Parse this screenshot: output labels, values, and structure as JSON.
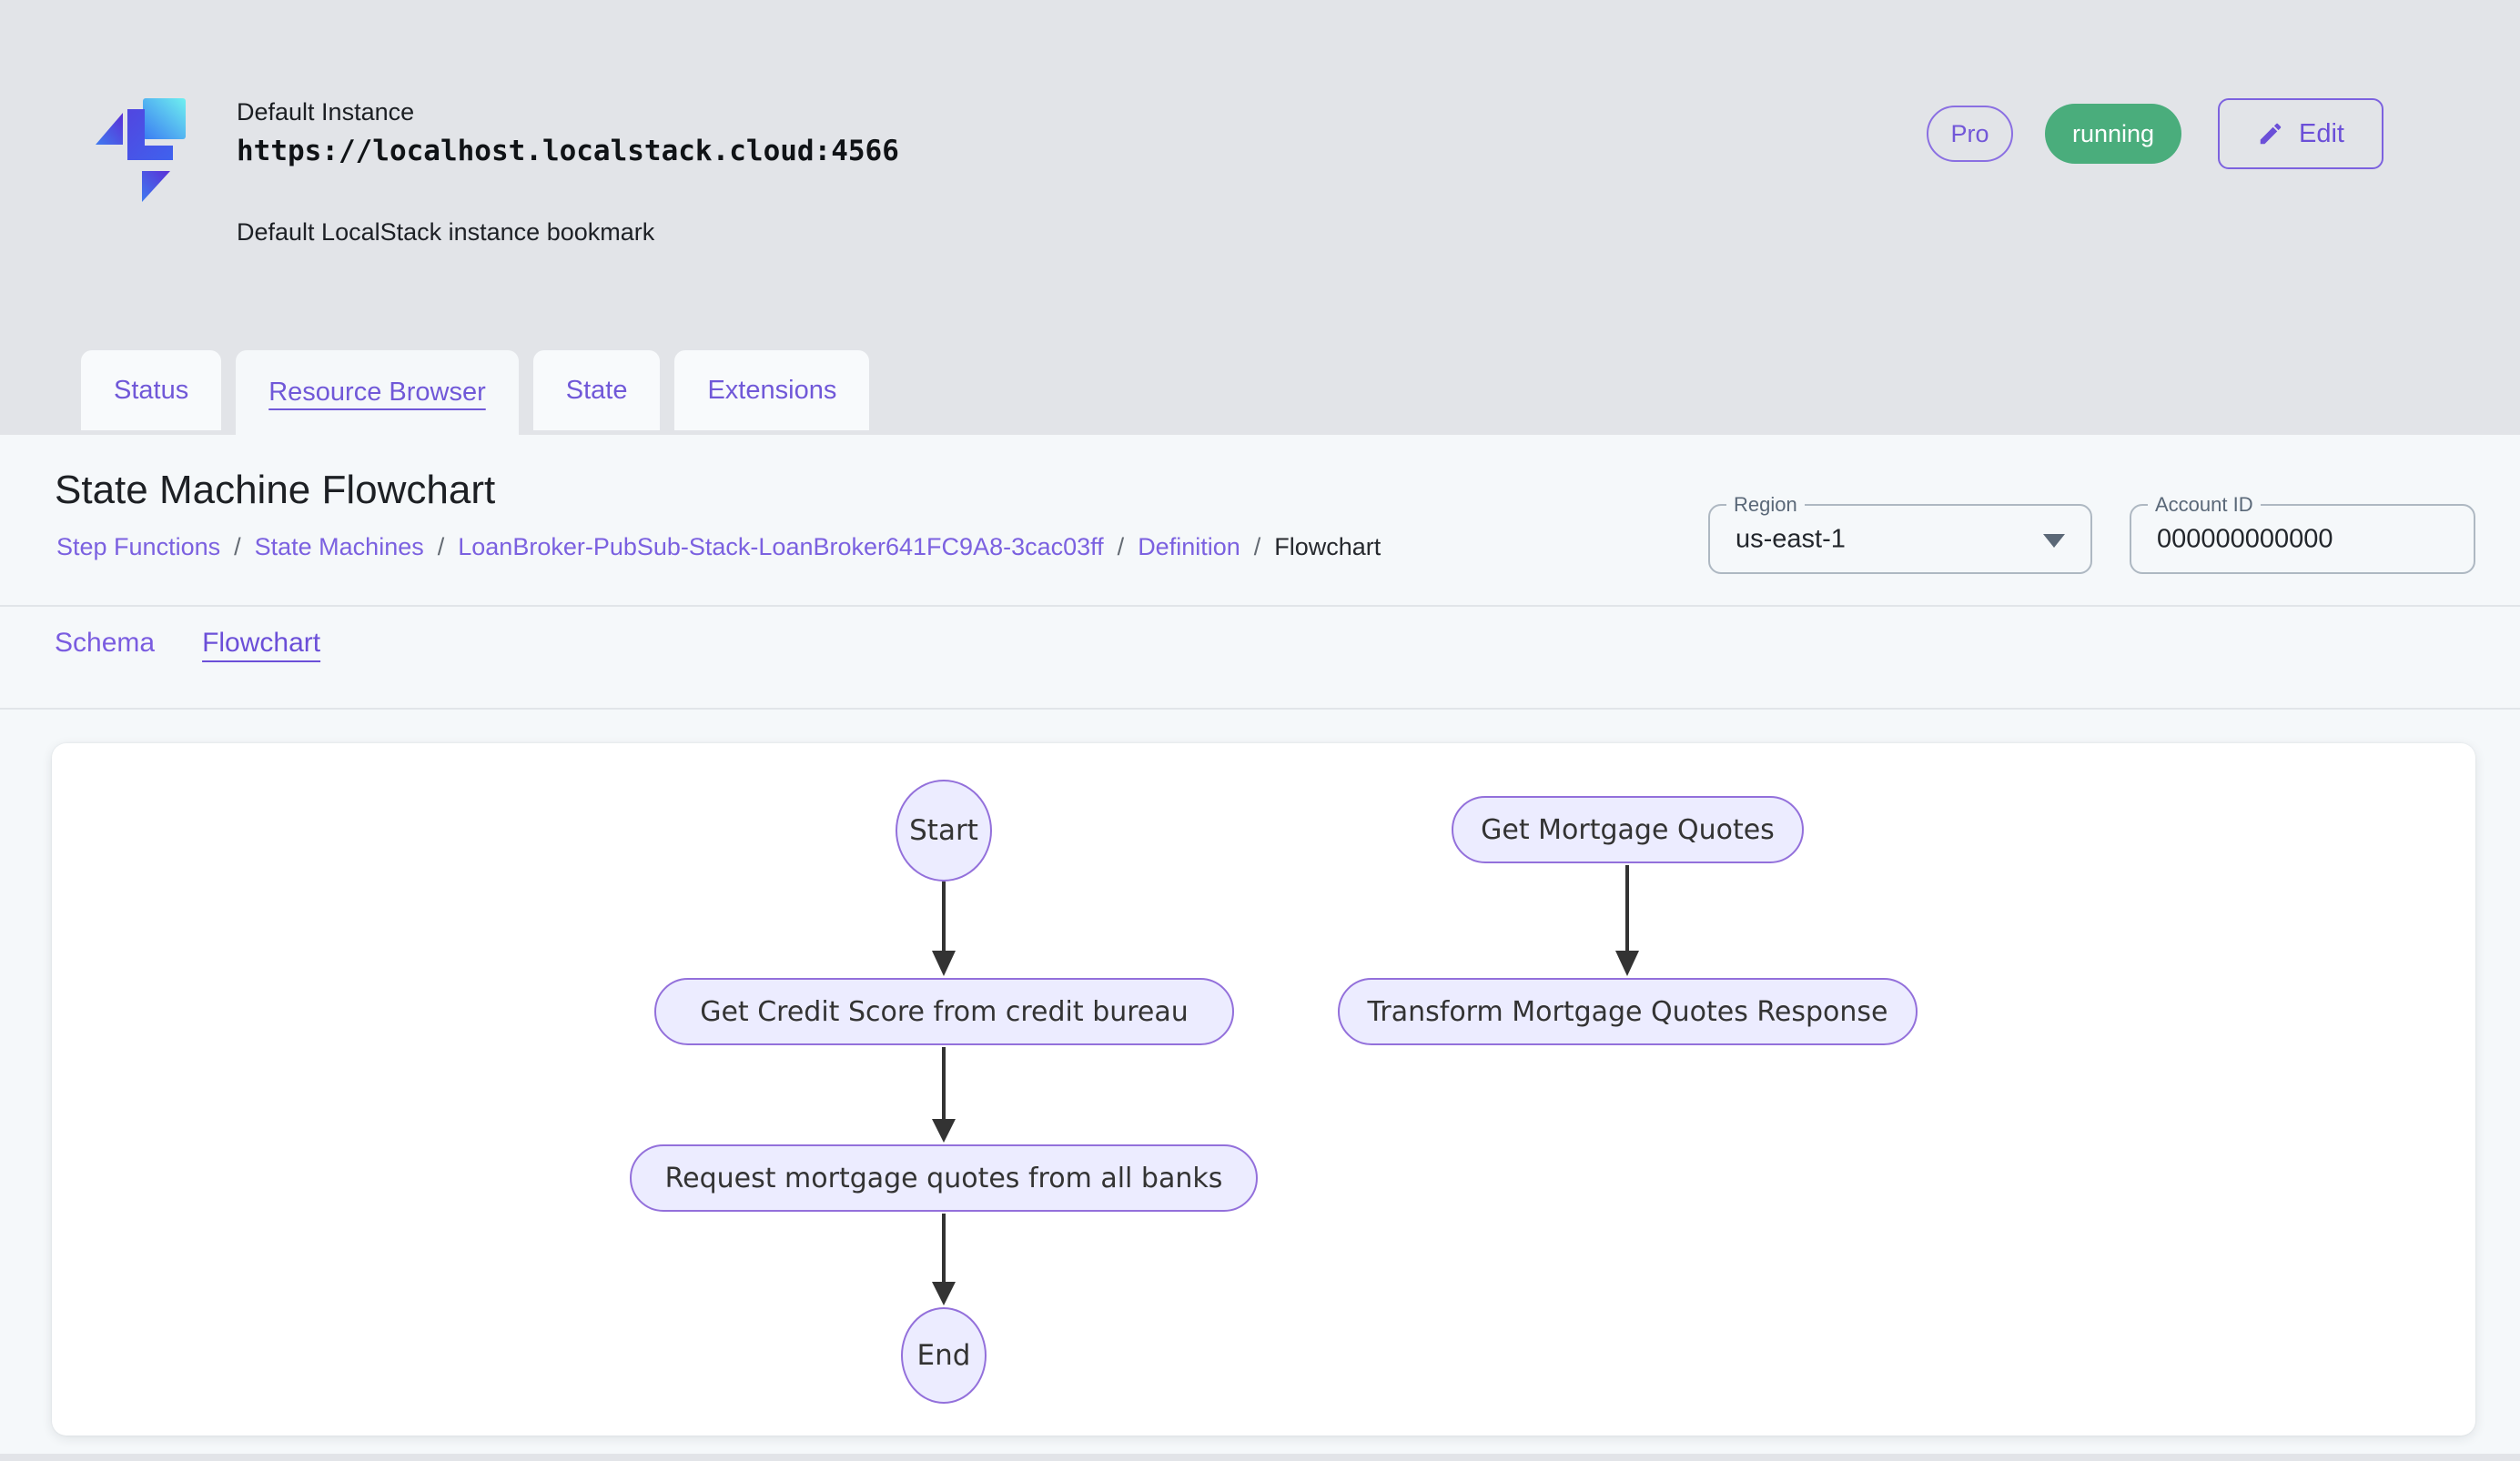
{
  "header": {
    "instance_name": "Default Instance",
    "instance_url": "https://localhost.localstack.cloud:4566",
    "instance_description": "Default LocalStack instance bookmark",
    "pro_badge": "Pro",
    "status_badge": "running",
    "edit_button": "Edit"
  },
  "tabs": [
    {
      "label": "Status",
      "active": false
    },
    {
      "label": "Resource Browser",
      "active": true
    },
    {
      "label": "State",
      "active": false
    },
    {
      "label": "Extensions",
      "active": false
    }
  ],
  "page": {
    "title": "State Machine Flowchart",
    "breadcrumb": [
      {
        "label": "Step Functions",
        "link": true
      },
      {
        "label": "State Machines",
        "link": true
      },
      {
        "label": "LoanBroker-PubSub-Stack-LoanBroker641FC9A8-3cac03ff",
        "link": true
      },
      {
        "label": "Definition",
        "link": true
      },
      {
        "label": "Flowchart",
        "link": false
      }
    ],
    "breadcrumb_separator": "/",
    "region_label": "Region",
    "region_value": "us-east-1",
    "account_id_label": "Account ID",
    "account_id_value": "000000000000"
  },
  "subtabs": [
    {
      "label": "Schema",
      "active": false
    },
    {
      "label": "Flowchart",
      "active": true
    }
  ],
  "flowchart": {
    "nodes": [
      {
        "id": "start",
        "label": "Start",
        "shape": "ellipse"
      },
      {
        "id": "get-credit-score",
        "label": "Get Credit Score from credit bureau",
        "shape": "stadium"
      },
      {
        "id": "request-quotes",
        "label": "Request mortgage quotes from all banks",
        "shape": "stadium"
      },
      {
        "id": "end",
        "label": "End",
        "shape": "ellipse"
      },
      {
        "id": "get-mortgage-quotes",
        "label": "Get Mortgage Quotes",
        "shape": "stadium"
      },
      {
        "id": "transform-response",
        "label": "Transform Mortgage Quotes Response",
        "shape": "stadium"
      }
    ],
    "edges": [
      {
        "from": "Start",
        "to": "Get Credit Score from credit bureau"
      },
      {
        "from": "Get Credit Score from credit bureau",
        "to": "Request mortgage quotes from all banks"
      },
      {
        "from": "Request mortgage quotes from all banks",
        "to": "End"
      },
      {
        "from": "Get Mortgage Quotes",
        "to": "Transform Mortgage Quotes Response"
      }
    ]
  },
  "colors": {
    "accent_purple": "#7a5cdf",
    "status_green": "#4aad7c",
    "node_fill": "#ECECFF",
    "node_border": "#9370DB",
    "arrow": "#333333",
    "header_bg": "#e2e4e8",
    "panel_bg": "#f5f8fa"
  }
}
